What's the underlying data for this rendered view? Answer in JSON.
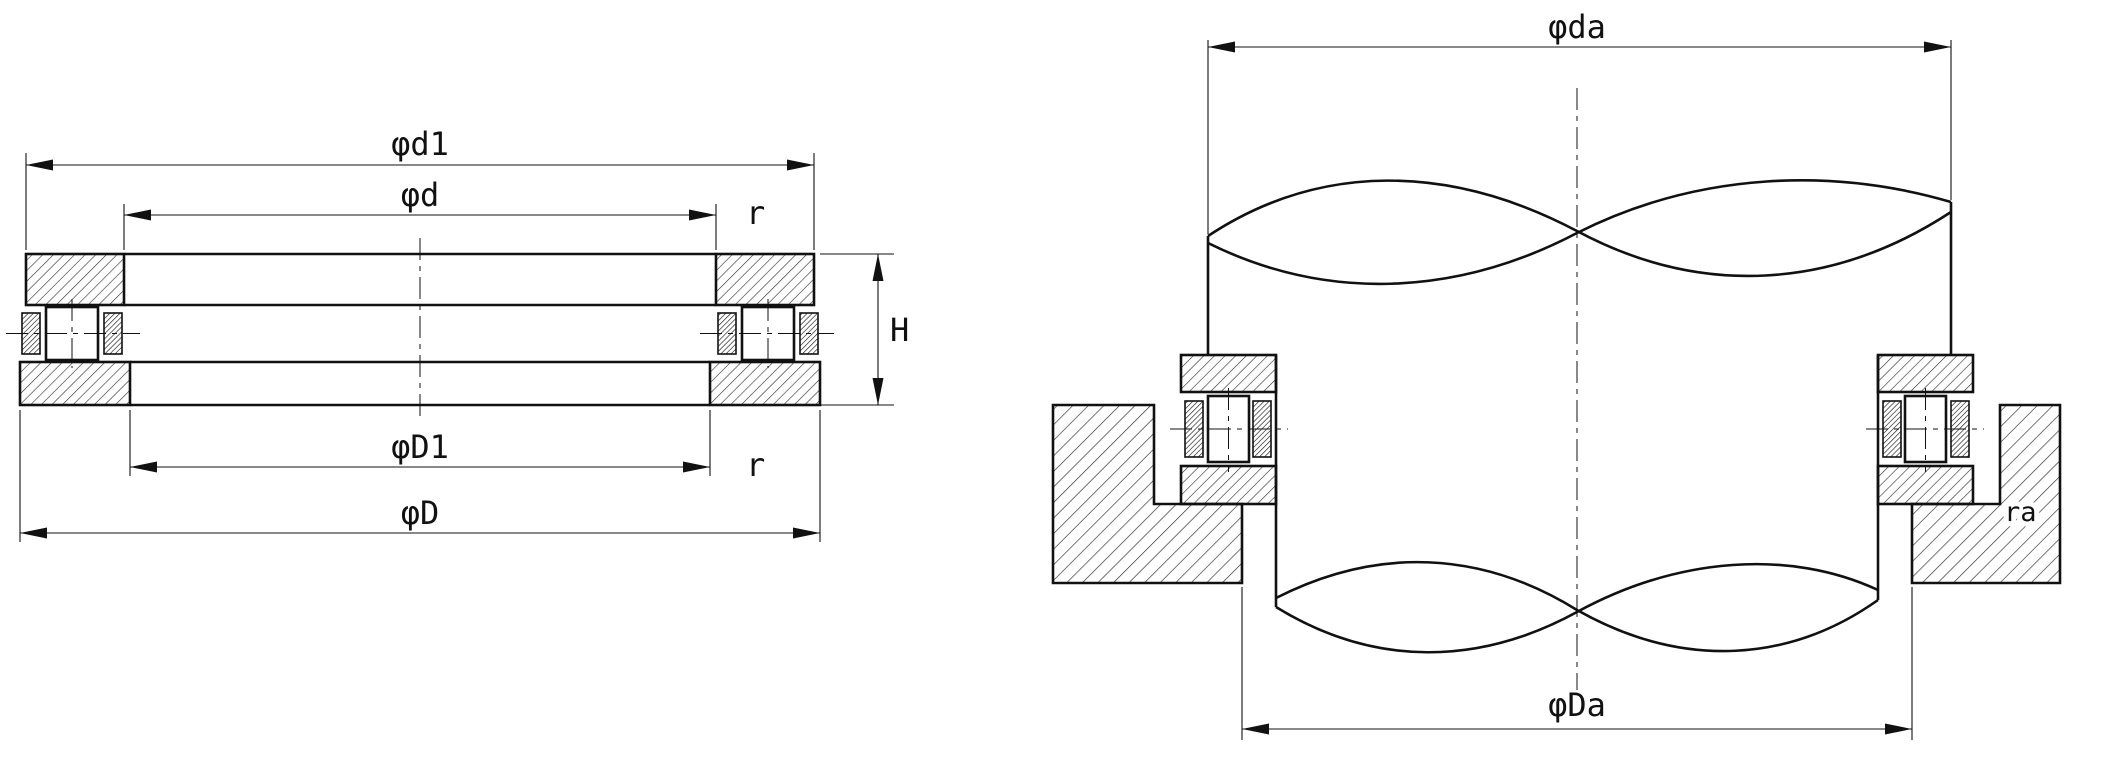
{
  "drawing": {
    "background": "#ffffff",
    "line_color": "#111111",
    "left_view": {
      "dim_d1": "φd1",
      "dim_d": "φd",
      "dim_r_top": "r",
      "dim_H": "H",
      "dim_D1": "φD1",
      "dim_r_bottom": "r",
      "dim_D": "φD"
    },
    "right_view": {
      "dim_da": "φda",
      "dim_Da": "φDa",
      "dim_ra": "ra"
    }
  }
}
